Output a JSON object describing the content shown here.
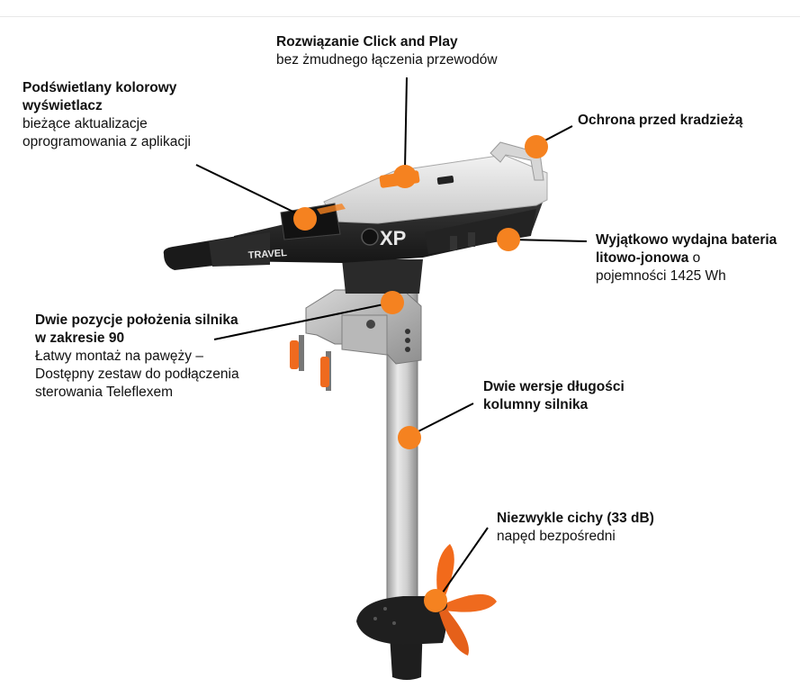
{
  "colors": {
    "accent": "#f58220",
    "leader_line": "#000000",
    "text": "#111111",
    "background": "#ffffff"
  },
  "product": {
    "badge": "XP",
    "tiller_text": "TRAVEL"
  },
  "callouts": [
    {
      "id": "click-play",
      "bold": "Rozwiązanie Click and Play",
      "normal": "bez żmudnego łączenia przewodów"
    },
    {
      "id": "display",
      "bold": "Podświetlany kolorowy wyświetlacz",
      "normal": "bieżące aktualizacje oprogramowania z aplikacji"
    },
    {
      "id": "anti-theft",
      "bold": "Ochrona przed kradzieżą",
      "normal": ""
    },
    {
      "id": "battery",
      "bold": "Wyjątkowo wydajna bateria litowo-jonowa",
      "bold_suffix": " o",
      "normal": "pojemności 1425 Wh"
    },
    {
      "id": "tilt",
      "bold": "Dwie pozycje położenia silnika w zakresie 90",
      "normal": "Łatwy montaż na pawęży – Dostępny zestaw do podłączenia sterowania Teleflexem"
    },
    {
      "id": "shaft",
      "bold": "Dwie wersje długości kolumny silnika",
      "normal": ""
    },
    {
      "id": "drive",
      "bold": "Niezwykle cichy (33 dB)",
      "normal": "napęd bezpośredni"
    }
  ]
}
